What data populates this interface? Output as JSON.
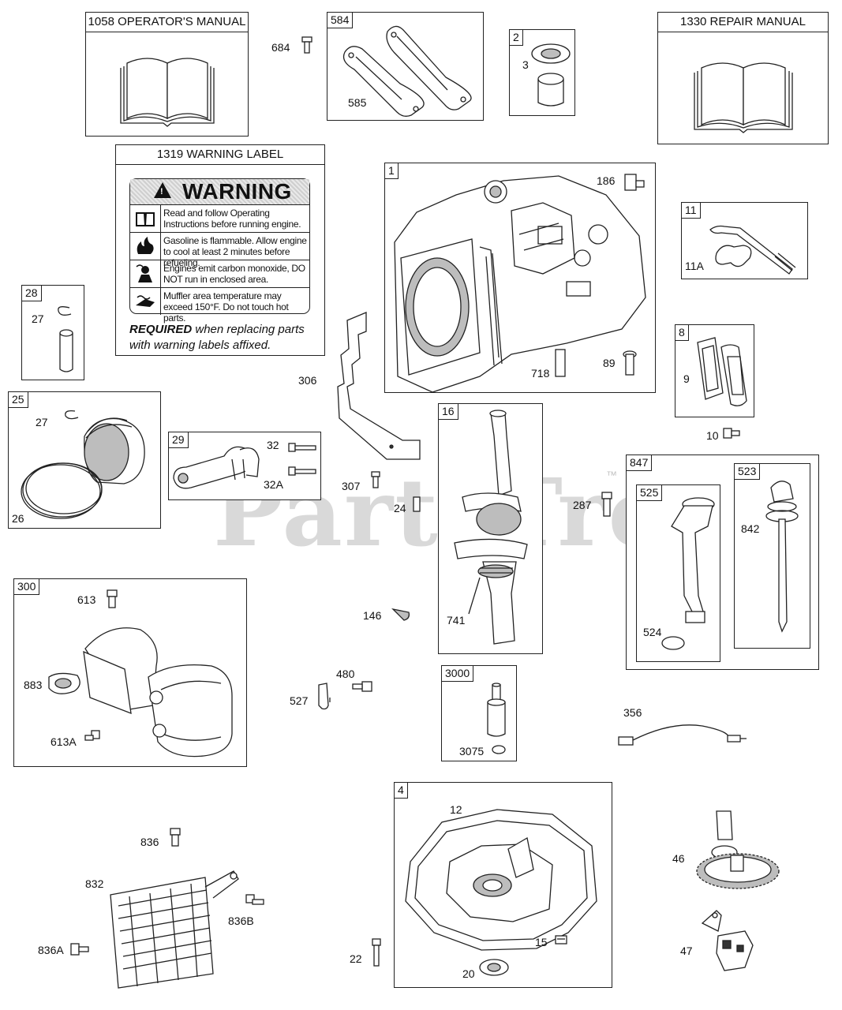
{
  "boxes": {
    "op_manual": {
      "title": "1058 OPERATOR'S MANUAL"
    },
    "repair_manual": {
      "title": "1330 REPAIR MANUAL"
    },
    "warning_label": {
      "title": "1319 WARNING LABEL"
    },
    "gaskets": {
      "tag": "584"
    },
    "seal_kit": {
      "tag": "2"
    },
    "cylinder": {
      "tag": "1"
    },
    "breather_tube": {
      "tag": "11"
    },
    "pin_kit": {
      "tag": "28"
    },
    "gasket_8": {
      "tag": "8"
    },
    "piston": {
      "tag": "25"
    },
    "connecting_rod": {
      "tag": "29"
    },
    "crankshaft": {
      "tag": "16"
    },
    "dipstick_847": {
      "tag": "847"
    },
    "dipstick_tube": {
      "tag": "525"
    },
    "dipstick": {
      "tag": "523"
    },
    "muffler": {
      "tag": "300"
    },
    "kit_3000": {
      "tag": "3000"
    },
    "sump": {
      "tag": "4"
    }
  },
  "warning": {
    "heading": "WARNING",
    "rows": [
      {
        "icon": "manual-icon",
        "text": "Read and follow Operating Instructions before running engine."
      },
      {
        "icon": "flame-icon",
        "text": "Gasoline is flammable. Allow engine to cool at least 2 minutes before refueling."
      },
      {
        "icon": "fumes-icon",
        "text": "Engines emit carbon monoxide, DO NOT run in enclosed area."
      },
      {
        "icon": "hot-surface-icon",
        "text": "Muffler area temperature may exceed 150°F.  Do not touch hot parts."
      }
    ],
    "required_bold": "REQUIRED",
    "required_rest": " when replacing parts",
    "required_line2": "with warning labels affixed."
  },
  "parts": {
    "p684": "684",
    "p585": "585",
    "p3": "3",
    "p186": "186",
    "p11a": "11A",
    "p27a": "27",
    "p27b": "27",
    "p9": "9",
    "p10": "10",
    "p306": "306",
    "p718": "718",
    "p89": "89",
    "p26": "26",
    "p32": "32",
    "p32a": "32A",
    "p307": "307",
    "p24": "24",
    "p287": "287",
    "p842": "842",
    "p524": "524",
    "p741": "741",
    "p146": "146",
    "p613": "613",
    "p883": "883",
    "p613a": "613A",
    "p480": "480",
    "p527": "527",
    "p3075": "3075",
    "p356": "356",
    "p836": "836",
    "p832": "832",
    "p836b": "836B",
    "p836a": "836A",
    "p12": "12",
    "p46": "46",
    "p47": "47",
    "p22": "22",
    "p15": "15",
    "p20": "20"
  },
  "watermark": {
    "text": "PartsTree",
    "tm": "™"
  }
}
